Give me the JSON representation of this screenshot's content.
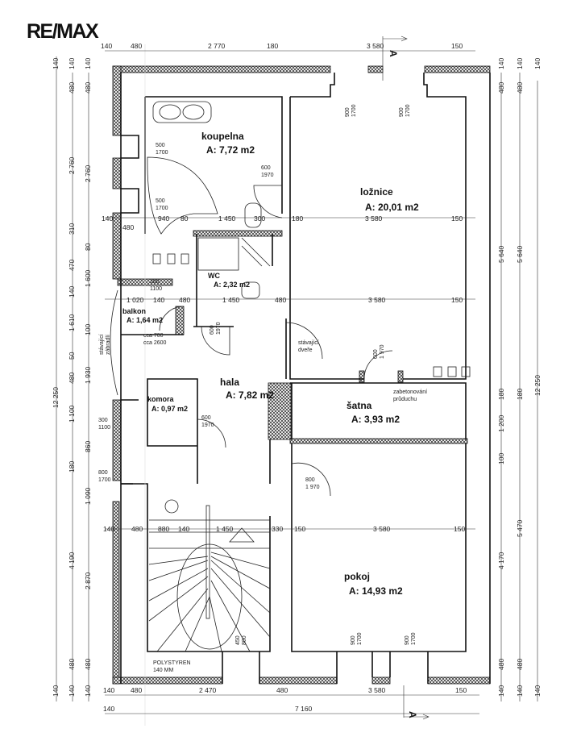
{
  "logo": "RE/MAX",
  "rooms": {
    "koupelna": {
      "name": "koupelna",
      "area": "A: 7,72 m2"
    },
    "loznice": {
      "name": "ložnice",
      "area": "A: 20,01 m2"
    },
    "wc": {
      "name": "WC",
      "area": "A: 2,32 m2"
    },
    "balkon": {
      "name": "balkon",
      "area": "A: 1,64 m2"
    },
    "hala": {
      "name": "hala",
      "area": "A: 7,82 m2"
    },
    "komora": {
      "name": "komora",
      "area": "A: 0,97 m2"
    },
    "satna": {
      "name": "šatna",
      "area": "A: 3,93 m2"
    },
    "pokoj": {
      "name": "pokoj",
      "area": "A: 14,93 m2"
    }
  },
  "annotations": {
    "koupelna_window_1": [
      "500",
      "1700"
    ],
    "koupelna_window_2": [
      "500",
      "1700"
    ],
    "koupelna_door": [
      "600",
      "1970"
    ],
    "loznice_window_1": [
      "900",
      "1700"
    ],
    "loznice_window_2": [
      "900",
      "1700"
    ],
    "wc_window": [
      "300",
      "1100"
    ],
    "wc_door": [
      "600",
      "1970"
    ],
    "balkon_door": [
      "cca 700",
      "cca 2600"
    ],
    "railing": [
      "stávající",
      "zábradlí"
    ],
    "existing_door": [
      "stávající",
      "dveře"
    ],
    "satna_door": [
      "600",
      "1 970"
    ],
    "vent": [
      "zabetonování",
      "průduchu"
    ],
    "komora_door": [
      "600",
      "1970"
    ],
    "komora_window": [
      "300",
      "1100"
    ],
    "stair_window": [
      "800",
      "1700"
    ],
    "pokoj_door": [
      "800",
      "1 970"
    ],
    "stair_window_bottom": [
      "450",
      "800"
    ],
    "pokoj_window_1": [
      "900",
      "1700"
    ],
    "pokoj_window_2": [
      "900",
      "1700"
    ],
    "insulation": [
      "POLYSTYREN",
      "140 MM"
    ],
    "section_top": "A",
    "section_bottom": "A"
  },
  "dimensions": {
    "top": [
      "140",
      "480",
      "2 770",
      "180",
      "3 580",
      "150"
    ],
    "row_upper": [
      "140",
      "940",
      "80",
      "1 450",
      "300",
      "180",
      "3 580",
      "150",
      "480"
    ],
    "row_middle": [
      "1 020",
      "140",
      "480",
      "1 450",
      "480",
      "3 580",
      "150"
    ],
    "row_lower": [
      "140",
      "480",
      "880",
      "140",
      "1 450",
      "330",
      "150",
      "3 580",
      "150"
    ],
    "bottom": [
      "140",
      "480",
      "2 470",
      "480",
      "3 580",
      "150"
    ],
    "total": [
      "140",
      "7 160"
    ],
    "left_outer": [
      "140",
      "12 250",
      "140"
    ],
    "left_a": [
      "140",
      "480",
      "2 760",
      "310",
      "470",
      "140",
      "1 610",
      "50",
      "480",
      "1 100",
      "180",
      "4 190",
      "480",
      "140"
    ],
    "left_b": [
      "140",
      "480",
      "2 760",
      "80",
      "1 600",
      "100",
      "1 930",
      "860",
      "1 090",
      "2 870",
      "480",
      "140"
    ],
    "right_a": [
      "140",
      "480",
      "5 640",
      "180",
      "1 200",
      "100",
      "4 170",
      "480",
      "140"
    ],
    "right_b": [
      "140",
      "480",
      "5 640",
      "180",
      "5 470",
      "480",
      "140"
    ],
    "right_outer": [
      "140",
      "12 250",
      "140"
    ]
  }
}
